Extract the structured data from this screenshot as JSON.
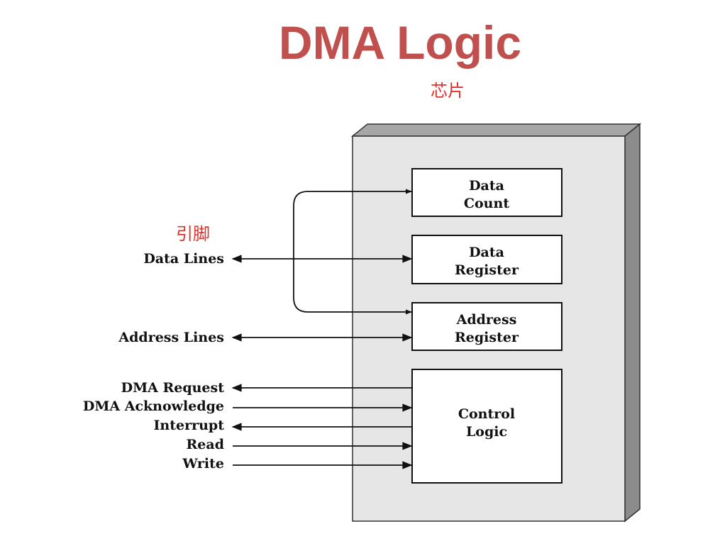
{
  "title": "DMA Logic",
  "annotations": {
    "chip": "芯片",
    "pins": "引脚"
  },
  "colors": {
    "title": "#c0504d",
    "annotation": "#e0312b",
    "chip_face": "#e6e6e6",
    "chip_side": "#8c8c8c",
    "chip_top": "#a6a6a6"
  },
  "registers": {
    "data_count": [
      "Data",
      "Count"
    ],
    "data_register": [
      "Data",
      "Register"
    ],
    "address_register": [
      "Address",
      "Register"
    ],
    "control_logic": [
      "Control",
      "Logic"
    ]
  },
  "signals": {
    "data_lines": "Data Lines",
    "address_lines": "Address Lines",
    "dma_request": "DMA Request",
    "dma_acknowledge": "DMA Acknowledge",
    "interrupt": "Interrupt",
    "read": "Read",
    "write": "Write"
  }
}
